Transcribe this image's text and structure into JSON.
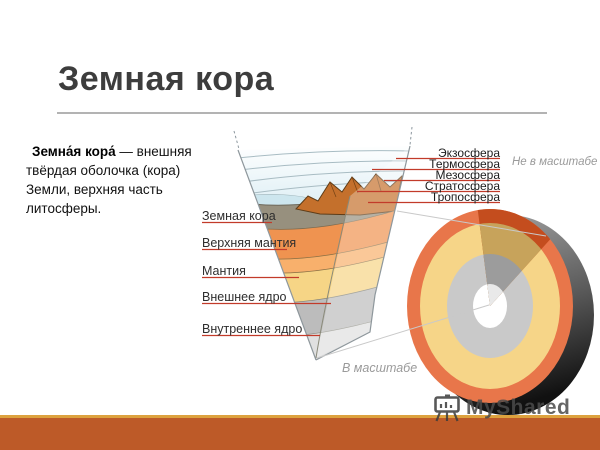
{
  "slide": {
    "title": "Земная кора",
    "definition_term": "Земна́я кора́",
    "definition_rest": " — внешняя твёрдая оболочка (кора) Земли, верхняя часть литосферы."
  },
  "diagram": {
    "left_labels": [
      "Земная кора",
      "Верхняя мантия",
      "Мантия",
      "Внешнее ядро",
      "Внутреннее ядро"
    ],
    "right_labels": [
      "Экзосфера",
      "Термосфера",
      "Мезосфера",
      "Стратосфера",
      "Тропосфера"
    ],
    "note_not_to_scale": "Не в масштабе",
    "note_to_scale": "В масштабе"
  },
  "watermark": "MyShared",
  "colors": {
    "label_line_red": "#c23b2a",
    "title_text": "#3d3d3d",
    "bottom_bar": "#bd5a28",
    "bottom_bar_accent": "#dda23e",
    "crust_rim_orange": "#e8764a",
    "mantle_yellow": "#f6d588",
    "outer_core_gray": "#c9c9c9",
    "inner_core_white": "#ffffff",
    "mountains": "#c4702c",
    "sea": "#cde6ee"
  }
}
